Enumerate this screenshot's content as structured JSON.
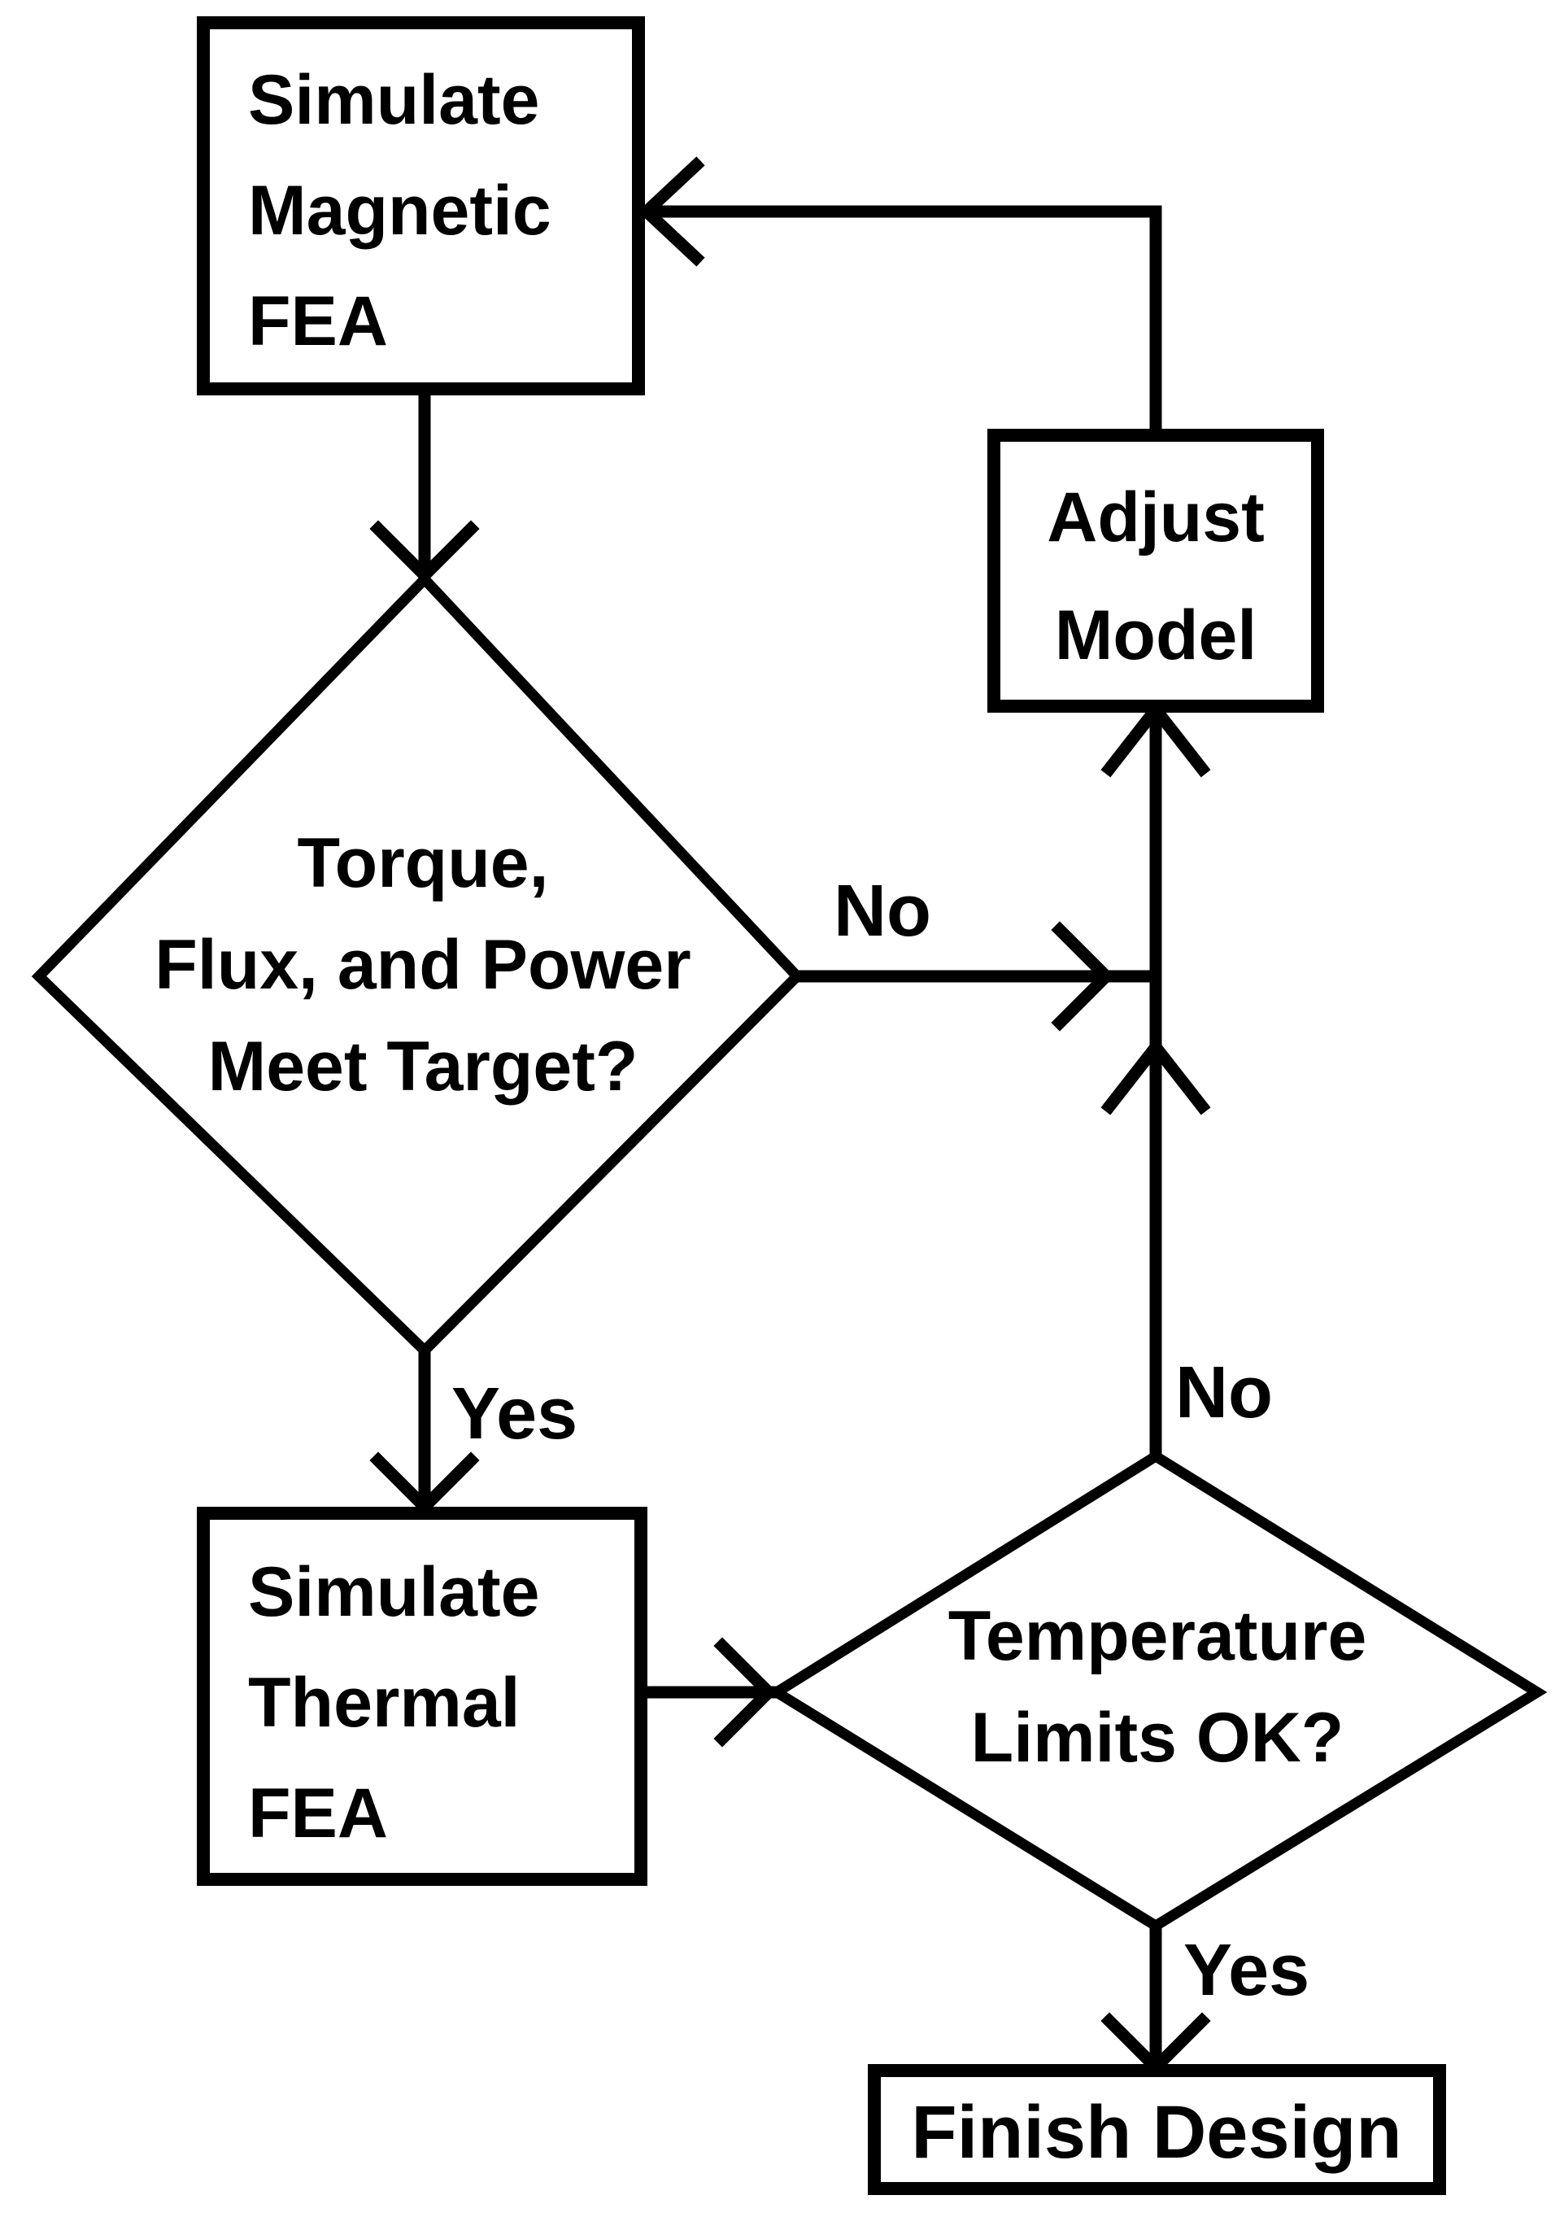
{
  "diagram": {
    "title": "Motor design FEA iteration flowchart",
    "type": "flowchart",
    "colors": {
      "background": "#ffffff",
      "stroke": "#000000",
      "text": "#000000"
    },
    "nodes": {
      "simulate_magnetic": {
        "shape": "process-box",
        "lines": [
          "Simulate",
          "Magnetic",
          "FEA"
        ]
      },
      "torque_check": {
        "shape": "decision-diamond",
        "lines": [
          "Torque,",
          "Flux, and Power",
          "Meet Target?"
        ]
      },
      "adjust_model": {
        "shape": "process-box",
        "lines": [
          "Adjust",
          "Model"
        ]
      },
      "simulate_thermal": {
        "shape": "process-box",
        "lines": [
          "Simulate",
          "Thermal",
          "FEA"
        ]
      },
      "temperature_check": {
        "shape": "decision-diamond",
        "lines": [
          "Temperature",
          "Limits OK?"
        ]
      },
      "finish_design": {
        "shape": "process-box",
        "lines": [
          "Finish Design"
        ]
      }
    },
    "edge_labels": {
      "torque_no": "No",
      "torque_yes": "Yes",
      "temperature_no": "No",
      "temperature_yes": "Yes"
    }
  }
}
